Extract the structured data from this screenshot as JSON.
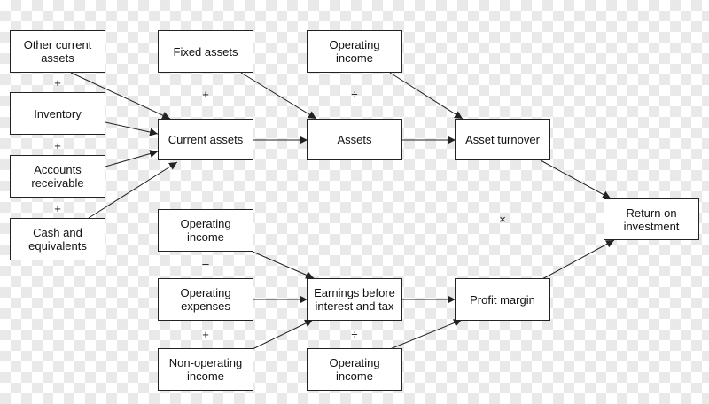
{
  "nodes": {
    "other_current_assets": "Other current\nassets",
    "inventory": "Inventory",
    "accounts_receivable": "Accounts\nreceivable",
    "cash_and_equivalents": "Cash and\nequivalents",
    "fixed_assets": "Fixed assets",
    "current_assets": "Current assets",
    "operating_income_top": "Operating\nincome",
    "assets": "Assets",
    "asset_turnover": "Asset turnover",
    "return_on_investment": "Return on\ninvestment",
    "operating_income_mid": "Operating\nincome",
    "operating_expenses": "Operating\nexpenses",
    "non_operating_income": "Non-operating\nincome",
    "earnings_before_interest_and_tax": "Earnings before\ninterest and tax",
    "profit_margin": "Profit margin",
    "operating_income_bottom": "Operating\nincome"
  },
  "operators": {
    "plus_1": "+",
    "plus_2": "+",
    "plus_3": "+",
    "plus_fixed": "+",
    "divide_top": "÷",
    "multiply": "×",
    "minus": "–",
    "plus_bottom": "+",
    "divide_bottom": "÷"
  },
  "edges": [
    [
      "other_current_assets",
      "current_assets"
    ],
    [
      "inventory",
      "current_assets"
    ],
    [
      "accounts_receivable",
      "current_assets"
    ],
    [
      "cash_and_equivalents",
      "current_assets"
    ],
    [
      "fixed_assets",
      "assets"
    ],
    [
      "current_assets",
      "assets"
    ],
    [
      "operating_income_top",
      "asset_turnover"
    ],
    [
      "assets",
      "asset_turnover"
    ],
    [
      "asset_turnover",
      "return_on_investment"
    ],
    [
      "operating_income_mid",
      "earnings_before_interest_and_tax"
    ],
    [
      "operating_expenses",
      "earnings_before_interest_and_tax"
    ],
    [
      "non_operating_income",
      "earnings_before_interest_and_tax"
    ],
    [
      "earnings_before_interest_and_tax",
      "profit_margin"
    ],
    [
      "operating_income_bottom",
      "profit_margin"
    ],
    [
      "profit_margin",
      "return_on_investment"
    ]
  ],
  "colors": {
    "line": "#222222",
    "box_fill": "#ffffff",
    "box_border": "#222222"
  }
}
